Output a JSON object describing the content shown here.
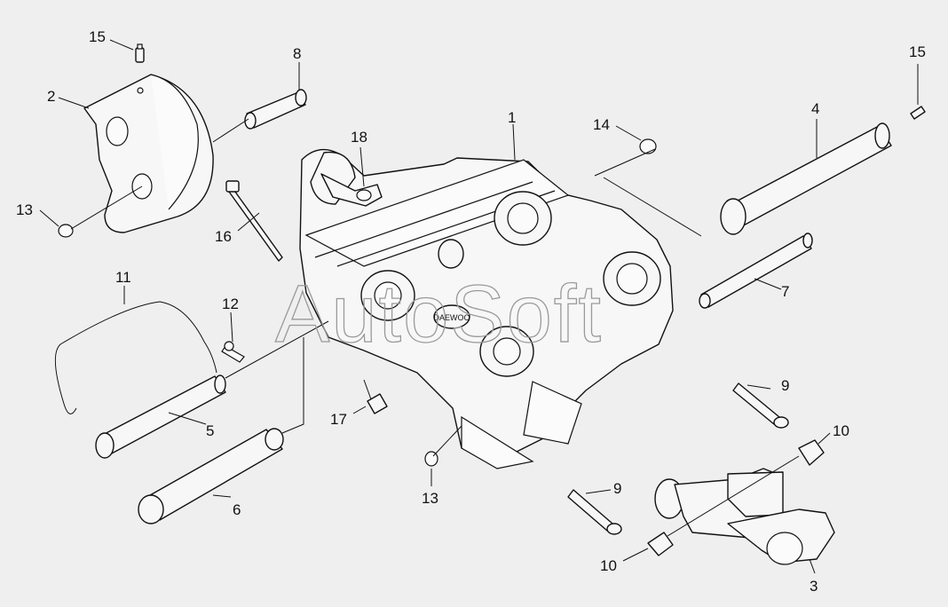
{
  "watermark": "AutoSoft",
  "plate_text": "DAEWOO",
  "callouts": [
    {
      "id": "c15a",
      "label": "15"
    },
    {
      "id": "c2",
      "label": "2"
    },
    {
      "id": "c8",
      "label": "8"
    },
    {
      "id": "c13a",
      "label": "13"
    },
    {
      "id": "c18",
      "label": "18"
    },
    {
      "id": "c1",
      "label": "1"
    },
    {
      "id": "c14",
      "label": "14"
    },
    {
      "id": "c15b",
      "label": "15"
    },
    {
      "id": "c4",
      "label": "4"
    },
    {
      "id": "c16",
      "label": "16"
    },
    {
      "id": "c11",
      "label": "11"
    },
    {
      "id": "c12",
      "label": "12"
    },
    {
      "id": "c7",
      "label": "7"
    },
    {
      "id": "c5",
      "label": "5"
    },
    {
      "id": "c17",
      "label": "17"
    },
    {
      "id": "c9a",
      "label": "9"
    },
    {
      "id": "c10a",
      "label": "10"
    },
    {
      "id": "c6",
      "label": "6"
    },
    {
      "id": "c13b",
      "label": "13"
    },
    {
      "id": "c9b",
      "label": "9"
    },
    {
      "id": "c10b",
      "label": "10"
    },
    {
      "id": "c3",
      "label": "3"
    }
  ]
}
